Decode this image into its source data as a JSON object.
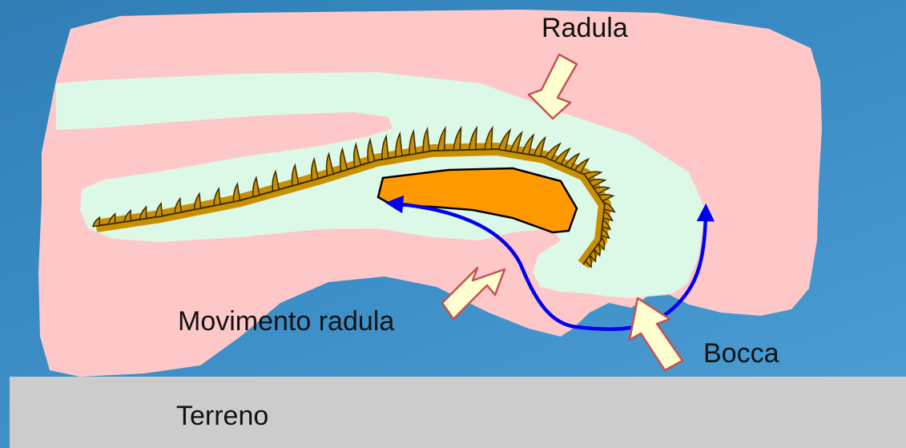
{
  "labels": {
    "radula": "Radula",
    "movimento": "Movimento radula",
    "bocca": "Bocca",
    "terreno": "Terreno"
  },
  "colors": {
    "background": "#3a8cc4",
    "body": "#ffc8c8",
    "cavity": "#dcf8e6",
    "radula_teeth": "#c89000",
    "cartilage": "#ff9900",
    "movement_arrow": "#0000ee",
    "pointer_arrow": "#ffffd0",
    "pointer_outline": "#c85050",
    "ground": "#cccccc"
  }
}
